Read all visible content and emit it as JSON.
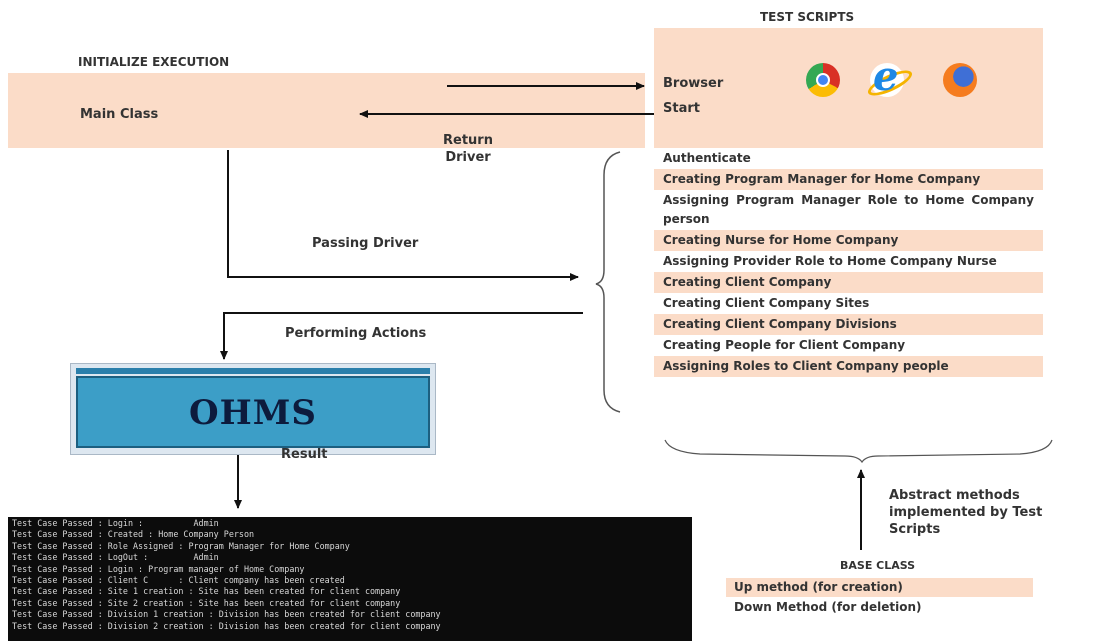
{
  "initialize": {
    "title": "INITIALIZE EXECUTION",
    "main_class": "Main Class"
  },
  "test_scripts": {
    "title": "TEST SCRIPTS",
    "browser_line1": "Browser",
    "browser_line2": "Start",
    "icons": [
      "chrome-icon",
      "internet-explorer-icon",
      "firefox-icon"
    ]
  },
  "return_driver": {
    "line1": "Return",
    "line2": "Driver"
  },
  "steps": [
    {
      "text": "Authenticate",
      "highlight": false
    },
    {
      "text": "Creating Program Manager for Home Company",
      "highlight": true
    },
    {
      "text": "Assigning Program Manager Role to Home Company person",
      "highlight": false
    },
    {
      "text": "Creating Nurse for Home Company",
      "highlight": true
    },
    {
      "text": "Assigning Provider Role to Home Company Nurse",
      "highlight": false
    },
    {
      "text": "Creating Client Company",
      "highlight": true
    },
    {
      "text": "Creating Client Company Sites",
      "highlight": false
    },
    {
      "text": "Creating Client Company Divisions",
      "highlight": true
    },
    {
      "text": "Creating People for Client Company",
      "highlight": false
    },
    {
      "text": "Assigning Roles to Client Company people",
      "highlight": true
    }
  ],
  "passing_driver": "Passing Driver",
  "performing_actions": "Performing Actions",
  "ohms": "OHMS",
  "result": "Result",
  "console_lines": [
    "Test Case Passed : Login :          Admin",
    "Test Case Passed : Created : Home Company Person",
    "Test Case Passed : Role Assigned : Program Manager for Home Company",
    "Test Case Passed : LogOut :         Admin",
    "Test Case Passed : Login : Program manager of Home Company",
    "Test Case Passed : Client C      : Client company has been created",
    "Test Case Passed : Site 1 creation : Site has been created for client company",
    "Test Case Passed : Site 2 creation : Site has been created for client company",
    "Test Case Passed : Division 1 creation : Division has been created for client company",
    "Test Case Passed : Division 2 creation : Division has been created for client company"
  ],
  "abstract_methods": "Abstract methods implemented by Test Scripts",
  "base_class": {
    "title": "BASE CLASS",
    "up": "Up method (for creation)",
    "down": "Down Method (for deletion)"
  },
  "colors": {
    "peach": "#fbdcc8",
    "ohms_blue": "#3c9ec7",
    "console_bg": "#0c0c0c"
  }
}
